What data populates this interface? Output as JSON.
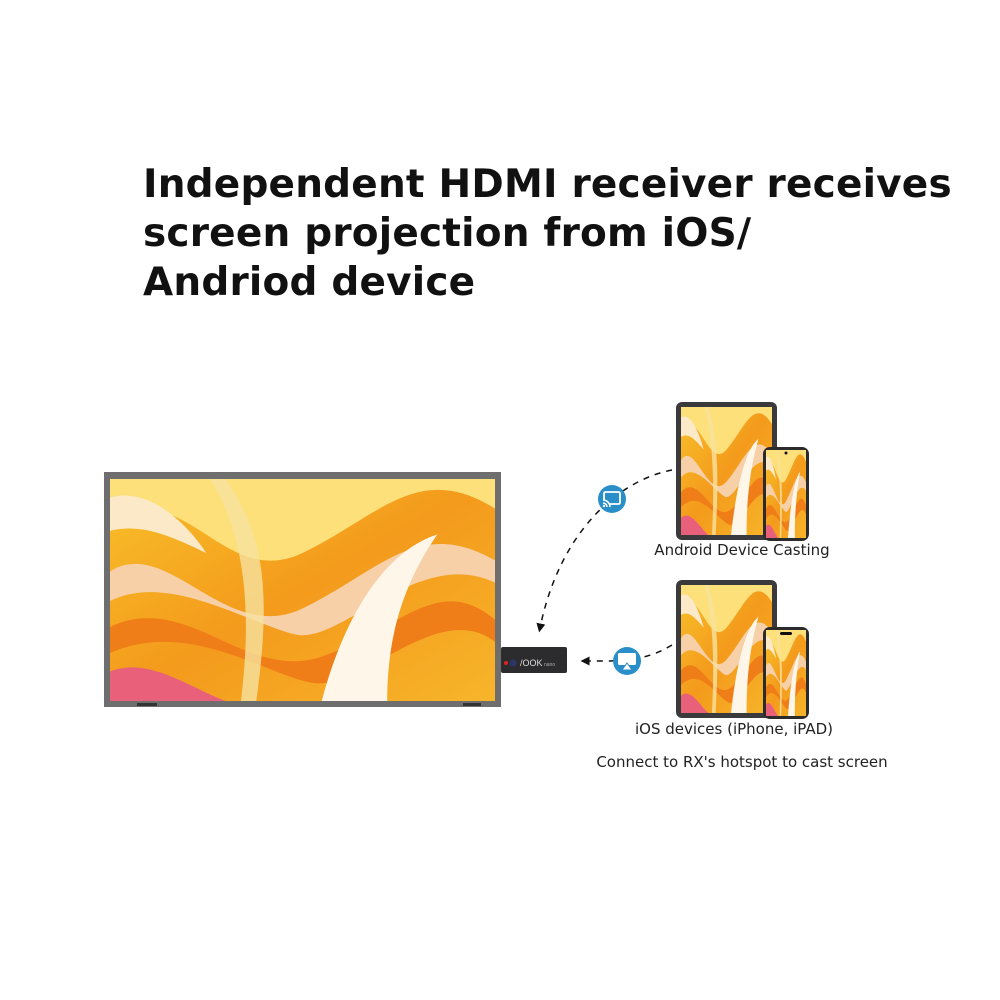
{
  "headline": {
    "lines": [
      "Independent HDMI receiver receives",
      "screen projection from iOS/",
      "Andriod device"
    ]
  },
  "devices": {
    "android_label": "Android Device Casting",
    "ios_label": "iOS devices (iPhone, iPAD)",
    "ios_note": "Connect to RX's hotspot to cast screen"
  },
  "receiver": {
    "logo_text": "/OOK nano"
  },
  "icons": {
    "android": "cast-icon",
    "ios": "airplay-icon"
  },
  "colors": {
    "icon_blue": "#2a8fc9",
    "bezel": "#6e6e6e",
    "wallpaper_main": "#f7a21b"
  }
}
